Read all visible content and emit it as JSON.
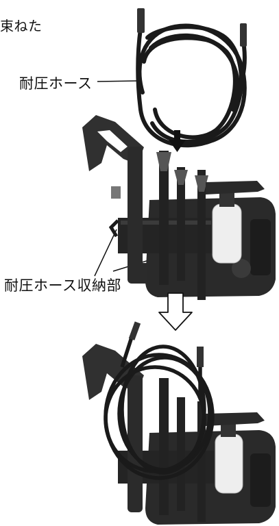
{
  "caption_fragment": "束ねた",
  "labels": {
    "hose": "耐圧ホース",
    "storage": "耐圧ホース収納部"
  },
  "icons": {
    "insert_arrow": "arrow-down-icon",
    "transition_arrow": "outline-arrow-down-icon"
  },
  "colors": {
    "machine": "#2a2a2a",
    "hose": "#1a1a1a",
    "bottle": "#eeeeee",
    "background": "#ffffff"
  }
}
